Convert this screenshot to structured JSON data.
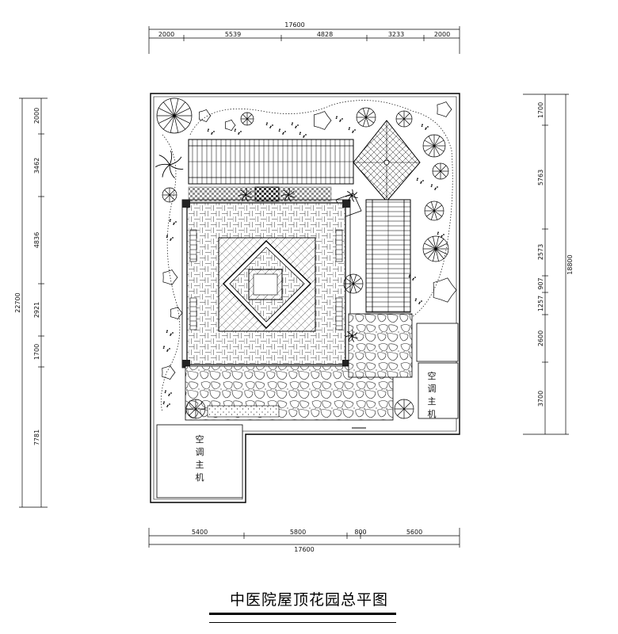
{
  "title": "中医院屋顶花园总平图",
  "top_dims": {
    "total": "17600",
    "segments": [
      "2000",
      "5539",
      "4828",
      "3233",
      "2000"
    ]
  },
  "bottom_dims": {
    "total": "17600",
    "segments": [
      "5400",
      "5800",
      "800",
      "5600"
    ]
  },
  "left_dims": {
    "total": "22700",
    "segments": [
      "2000",
      "3462",
      "4836",
      "2921",
      "1700",
      "7781"
    ]
  },
  "right_dims": {
    "total": "18800",
    "segments": [
      "1700",
      "5763",
      "2573",
      "907",
      "1257",
      "2600",
      "3700"
    ]
  },
  "ac_label_left": [
    "空",
    "调",
    "主",
    "机"
  ],
  "ac_label_right": [
    "空",
    "调",
    "主",
    "机"
  ]
}
